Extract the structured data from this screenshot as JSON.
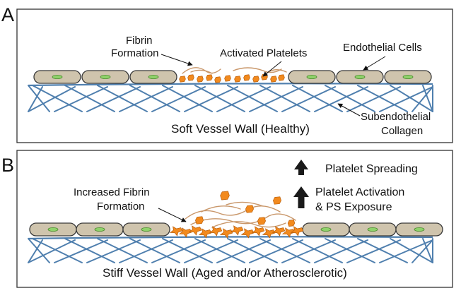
{
  "colors": {
    "collagen": "#4f7fae",
    "cell_fill": "#cfc4ad",
    "cell_stroke": "#3a3a3a",
    "nucleus": "#8fd16b",
    "platelet": "#f28a1e",
    "platelet_stroke": "#b85d0a",
    "fibrin": "#c9976a",
    "frame": "#333333",
    "arrow": "#1a1a1a"
  },
  "icons": [
    "up-arrow-icon"
  ],
  "panel_a": {
    "letter": "A",
    "caption": "Soft Vessel Wall (Healthy)",
    "labels": {
      "fibrin_line1": "Fibrin",
      "fibrin_line2": "Formation",
      "activated_platelets": "Activated Platelets",
      "endothelial_cells": "Endothelial Cells",
      "collagen_line1": "Subendothelial",
      "collagen_line2": "Collagen"
    }
  },
  "panel_b": {
    "letter": "B",
    "caption": "Stiff Vessel Wall (Aged and/or Atherosclerotic)",
    "labels": {
      "fibrin_line1": "Increased Fibrin",
      "fibrin_line2": "Formation",
      "spreading": "Platelet Spreading",
      "activation_line1": "Platelet Activation",
      "activation_line2": "& PS Exposure"
    }
  }
}
